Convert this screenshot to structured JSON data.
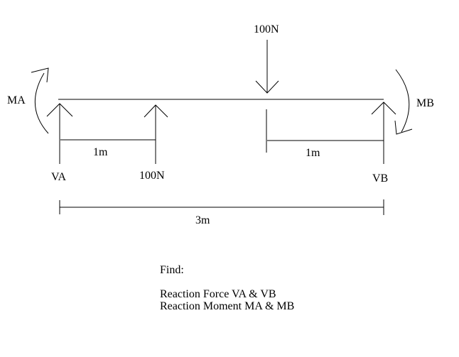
{
  "diagram": {
    "labels": {
      "top_load": "100N",
      "moment_a": "MA",
      "moment_b": "MB",
      "reaction_a": "VA",
      "support_load": "100N",
      "reaction_b": "VB",
      "dim_left": "1m",
      "dim_right": "1m",
      "dim_total": "3m"
    },
    "prompt": {
      "heading": "Find:",
      "line1": "Reaction Force VA & VB",
      "line2": "Reaction Moment MA & MB"
    }
  }
}
